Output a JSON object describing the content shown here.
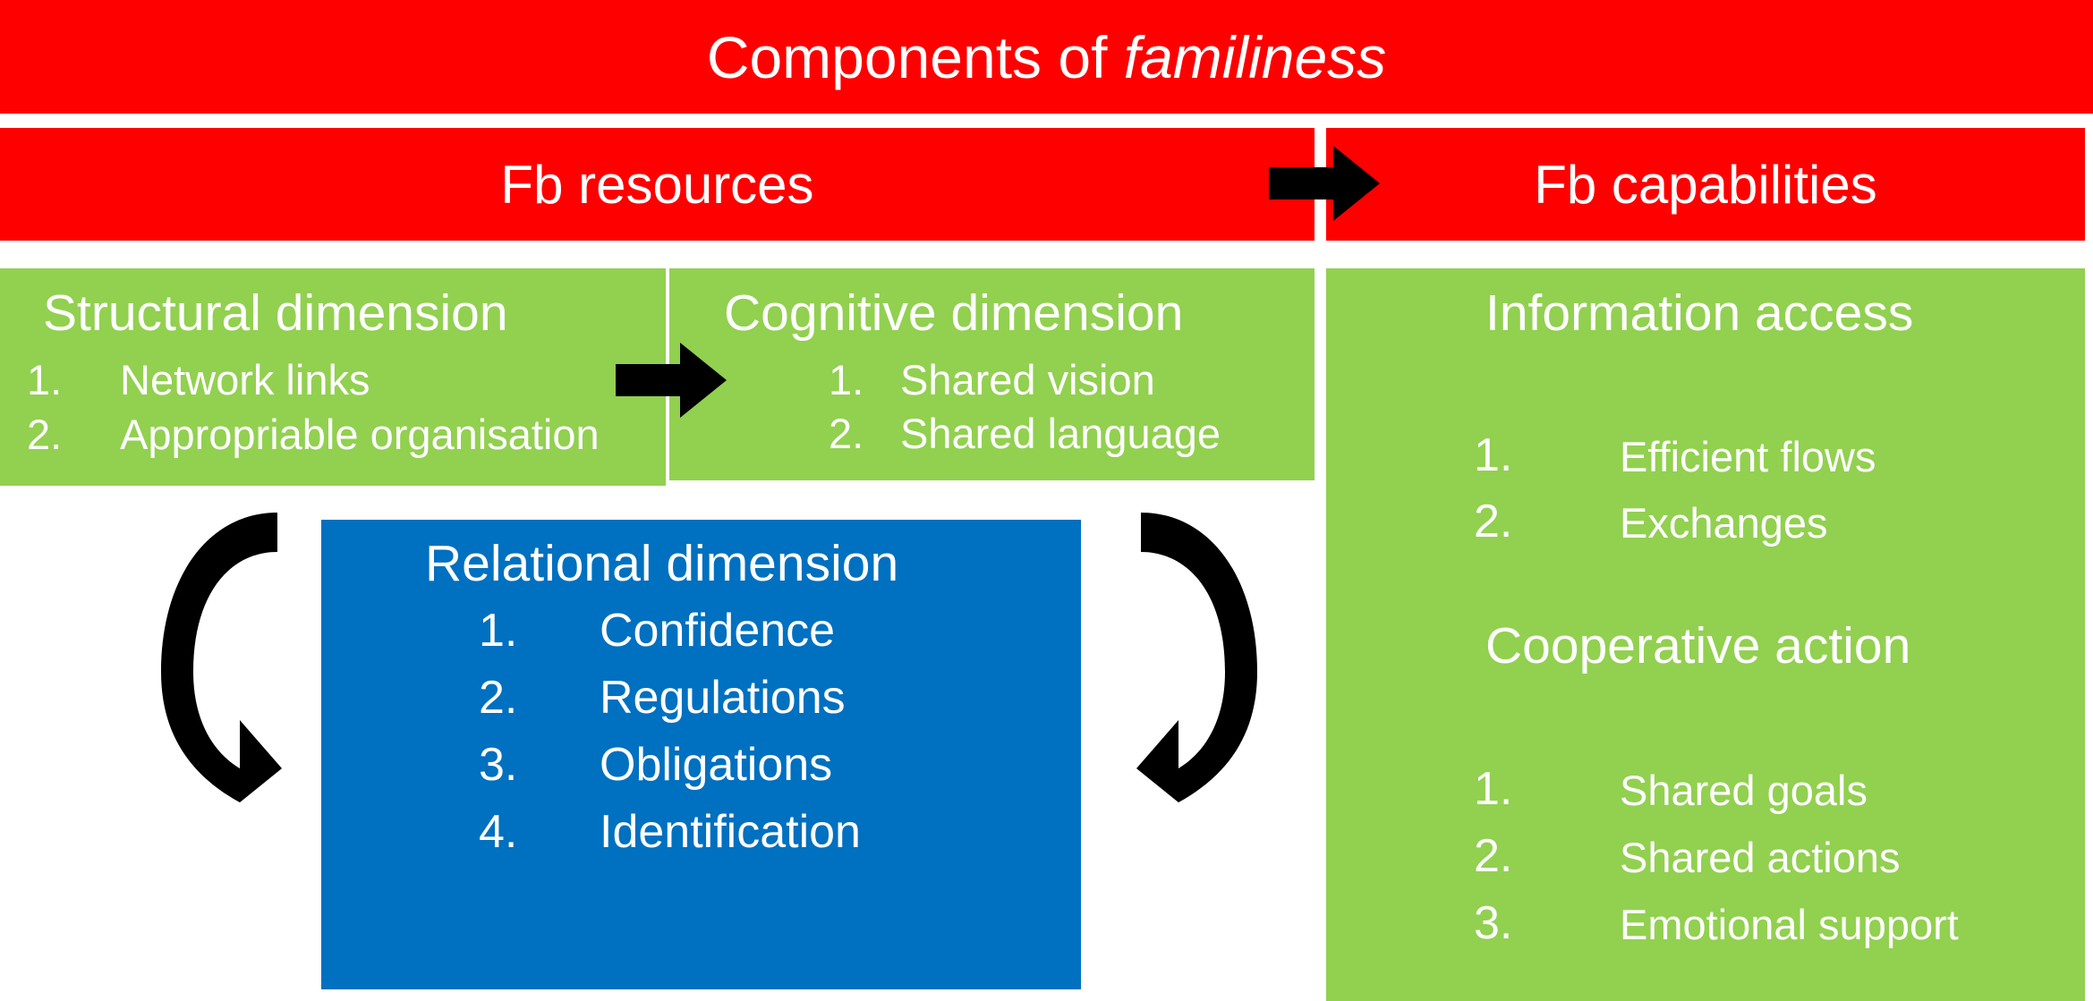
{
  "title": {
    "prefix": "Components of ",
    "emphasis": "familiness"
  },
  "banners": {
    "resources": "Fb resources",
    "capabilities": "Fb capabilities"
  },
  "structural": {
    "heading": "Structural dimension",
    "items": [
      {
        "num": "1.",
        "text": "Network links"
      },
      {
        "num": "2.",
        "text": "Appropriable organisation"
      }
    ]
  },
  "cognitive": {
    "heading": "Cognitive dimension",
    "items": [
      {
        "num": "1.",
        "text": "Shared vision"
      },
      {
        "num": "2.",
        "text": "Shared language"
      }
    ]
  },
  "relational": {
    "heading": "Relational dimension",
    "items": [
      {
        "num": "1.",
        "text": "Confidence"
      },
      {
        "num": "2.",
        "text": "Regulations"
      },
      {
        "num": "3.",
        "text": "Obligations"
      },
      {
        "num": "4.",
        "text": "Identification"
      }
    ]
  },
  "information_access": {
    "heading": "Information access",
    "items": [
      {
        "num": "1.",
        "text": "Efficient flows"
      },
      {
        "num": "2.",
        "text": "Exchanges"
      }
    ]
  },
  "cooperative_action": {
    "heading": "Cooperative action",
    "items": [
      {
        "num": "1.",
        "text": "Shared goals"
      },
      {
        "num": "2.",
        "text": "Shared actions"
      },
      {
        "num": "3.",
        "text": "Emotional support"
      }
    ]
  },
  "colors": {
    "banner_red": "#ff0000",
    "dimension_green": "#92d050",
    "relational_blue": "#0070c0",
    "arrow_black": "#000000"
  },
  "icons": [
    "arrow-right-icon",
    "curved-arrow-icon"
  ]
}
